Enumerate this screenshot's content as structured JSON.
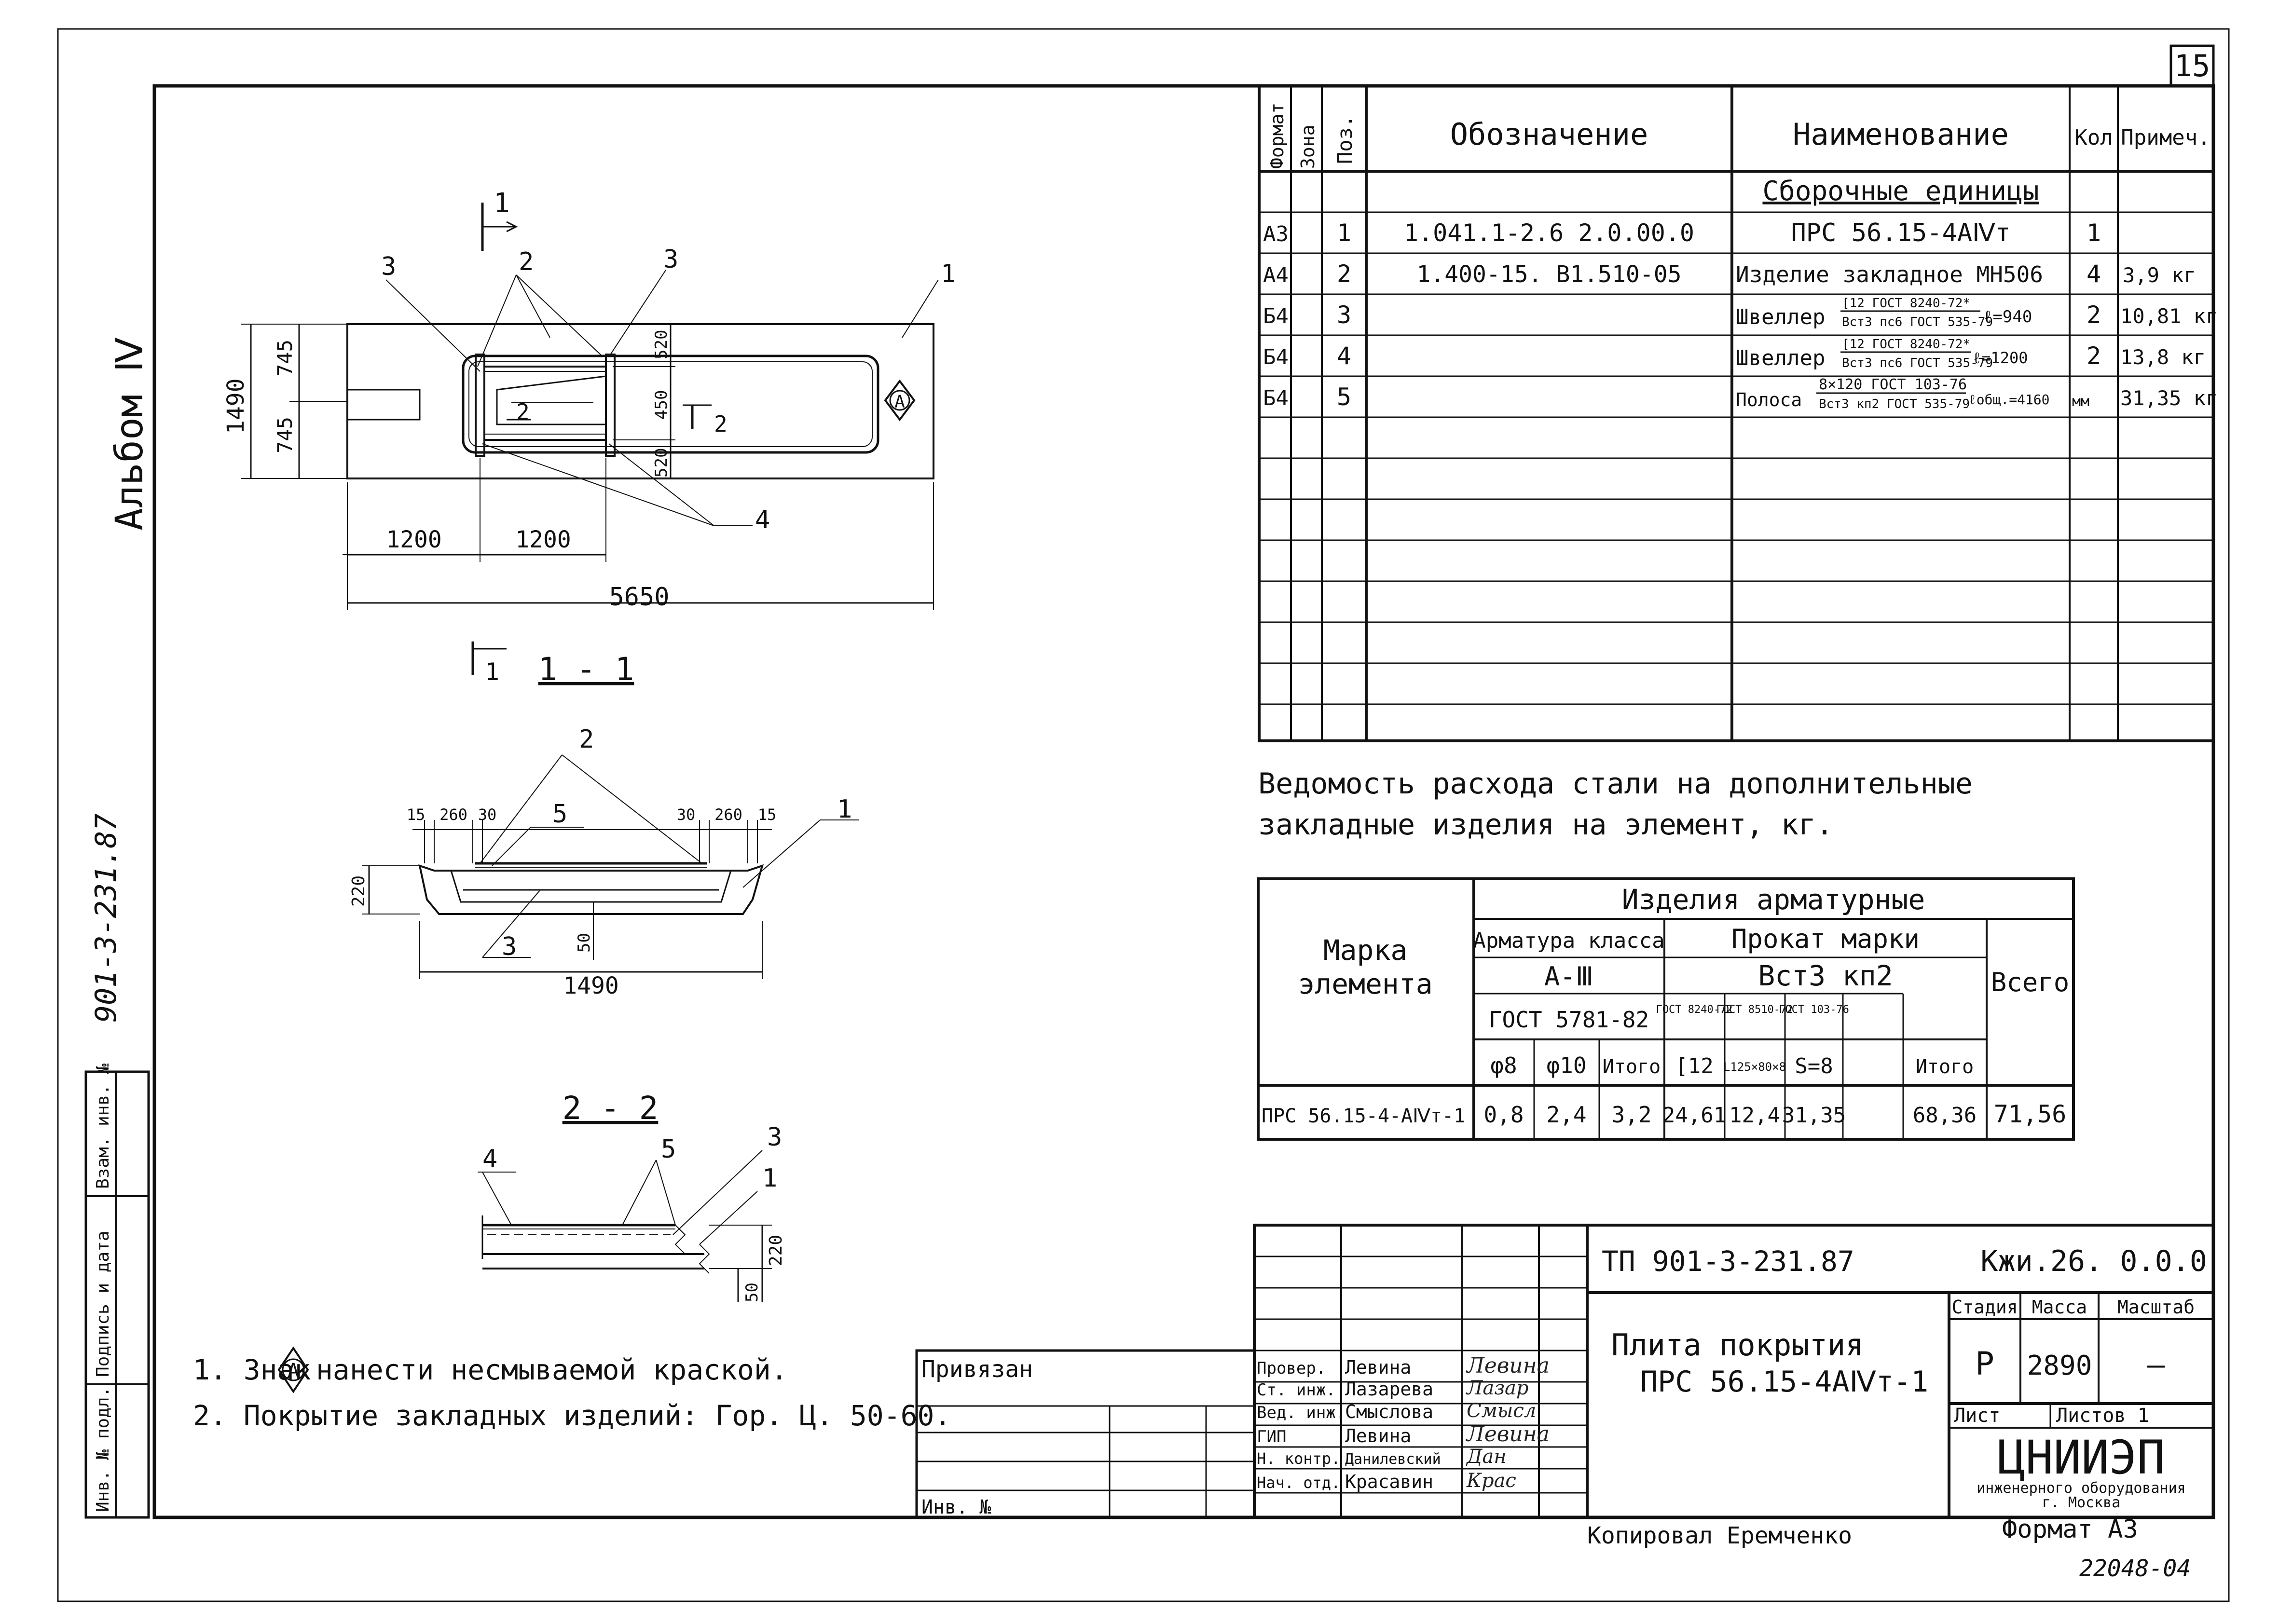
{
  "sheet": {
    "number": "15",
    "album": "Альбом Ⅳ",
    "series": "901-3-231.87",
    "copied": "Копировал  Еремченко",
    "format": "Формат А3",
    "order": "22048-04"
  },
  "left_strip": [
    "Инв. № подл.",
    "Подпись и дата",
    "Взам. инв. №"
  ],
  "spec_table": {
    "headers": [
      "Формат",
      "Зона",
      "Поз.",
      "Обозначение",
      "Наименование",
      "Кол",
      "Примеч."
    ],
    "section": "Сборочные единицы",
    "rows": [
      {
        "fmt": "А3",
        "pos": "1",
        "des": "1.041.1-2.6 2.0.00.0",
        "name": "ПРС 56.15-4АⅣт",
        "qty": "1",
        "note": ""
      },
      {
        "fmt": "А4",
        "pos": "2",
        "des": "1.400-15. В1.510-05",
        "name": "Изделие закладное МН506",
        "qty": "4",
        "note": "3,9 кг"
      },
      {
        "fmt": "Б4",
        "pos": "3",
        "des": "",
        "name_a": "Швеллер",
        "frac_top": "[12 ГОСТ 8240-72*",
        "frac_bot": "Вст3 пс6 ГОСТ 535-79",
        "len": "ℓ=940",
        "qty": "2",
        "note": "10,81 кг"
      },
      {
        "fmt": "Б4",
        "pos": "4",
        "des": "",
        "name_a": "Швеллер",
        "frac_top": "[12 ГОСТ 8240-72*",
        "frac_bot": "Вст3 пс6 ГОСТ 535-79",
        "len": "ℓ=1200",
        "qty": "2",
        "note": "13,8 кг"
      },
      {
        "fmt": "Б4",
        "pos": "5",
        "des": "",
        "name_a": "Полоса",
        "frac_top": "8×120 ГОСТ 103-76",
        "frac_bot": "Вст3 кп2 ГОСТ 535-79",
        "len": "ℓобщ.=4160",
        "qty": "мм",
        "note": "31,35 кг"
      }
    ]
  },
  "steel": {
    "title1": "Ведомость расхода стали на дополнительные",
    "title2": "закладные изделия на элемент, кг.",
    "h_mark": "Марка",
    "h_mark2": "элемента",
    "h_group": "Изделия арматурные",
    "h_arm": "Арматура класса",
    "h_arm_cls": "А-Ⅲ",
    "h_arm_gost": "ГОСТ 5781-82",
    "h_prokat": "Прокат марки",
    "h_prokat_m": "Вст3 кп2",
    "h_g1": "ГОСТ 8240-72",
    "h_g2": "ГОСТ 8510-72",
    "h_g3": "ГОСТ 103-76",
    "h_total": "Всего",
    "cols": [
      "φ8",
      "φ10",
      "Итого",
      "[12",
      "L125×80×8",
      "S=8",
      "",
      "Итого"
    ],
    "row": {
      "mark": "ПРС 56.15-4-АⅣт-1",
      "vals": [
        "0,8",
        "2,4",
        "3,2",
        "24,61",
        "12,4",
        "31,35",
        "",
        "68,36"
      ],
      "total": "71,56"
    }
  },
  "title_block": {
    "code": "ТП 901-3-231.87",
    "doc": "Кжи.26. 0.0.0",
    "title1": "Плита  покрытия",
    "title2": "ПРС 56.15-4АⅣт-1",
    "stage_h": "Стадия",
    "mass_h": "Масса",
    "scale_h": "Масштаб",
    "stage": "Р",
    "mass": "2890",
    "scale": "–",
    "sheet_h": "Лист",
    "sheets_h": "Листов 1",
    "org": "ЦНИИЭП",
    "org2": "инженерного оборудования",
    "org3": "г. Москва",
    "bound": "Привязан",
    "inv": "Инв. №",
    "people": [
      {
        "role": "Провер.",
        "name": "Левина",
        "sig": "Левина"
      },
      {
        "role": "Ст. инж.",
        "name": "Лазарева",
        "sig": "Лазар"
      },
      {
        "role": "Вед. инж.",
        "name": "Смыслова",
        "sig": "Смысл"
      },
      {
        "role": "ГИП",
        "name": "Левина",
        "sig": "Левина"
      },
      {
        "role": "Н. контр.",
        "name": "Данилевский",
        "sig": "Дан"
      },
      {
        "role": "Нач. отд.",
        "name": "Красавин",
        "sig": "Крас"
      }
    ]
  },
  "notes": [
    "1. Знак",
    "нанести несмываемой краской.",
    "2. Покрытие закладных изделий: Гор. Ц. 50-60."
  ],
  "drawing": {
    "mark_a": "А",
    "d_5650": "5650",
    "d_1200a": "1200",
    "d_1200b": "1200",
    "d_1490": "1490",
    "d_745a": "745",
    "d_745b": "745",
    "d_520a": "520",
    "d_450": "450",
    "d_520b": "520",
    "s11": "1 - 1",
    "s22": "2 - 2",
    "sec1": "1",
    "sec2": "2",
    "c_15a": "15",
    "c_260a": "260",
    "c_30a": "30",
    "c_30b": "30",
    "c_260b": "260",
    "c_15b": "15",
    "c_220": "220",
    "c_50": "50",
    "c_1490": "1490",
    "s2_220": "220",
    "s2_50": "50",
    "l1": "1",
    "l2": "2",
    "l3": "3",
    "l4": "4",
    "l5": "5"
  }
}
